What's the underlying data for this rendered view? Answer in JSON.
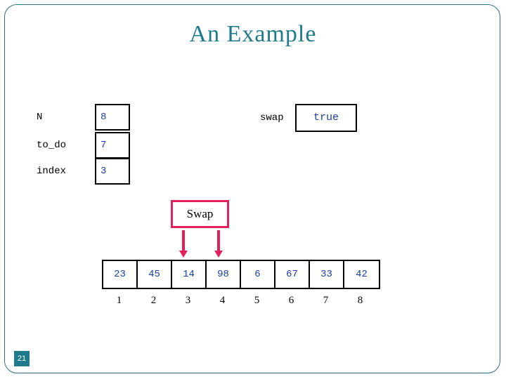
{
  "slide": {
    "title": "An  Example",
    "page_number": "21",
    "accent_color": "#1f7a8c",
    "highlight_color": "#e3205a",
    "value_color": "#1b3fa0"
  },
  "variables": [
    {
      "name": "N",
      "value": "8"
    },
    {
      "name": "to_do",
      "value": "7"
    },
    {
      "name": "index",
      "value": "3"
    }
  ],
  "flag": {
    "label": "swap",
    "value": "true"
  },
  "callout": {
    "text": "Swap"
  },
  "array": {
    "values": [
      "23",
      "45",
      "14",
      "98",
      "6",
      "67",
      "33",
      "42"
    ],
    "indices": [
      "1",
      "2",
      "3",
      "4",
      "5",
      "6",
      "7",
      "8"
    ]
  }
}
